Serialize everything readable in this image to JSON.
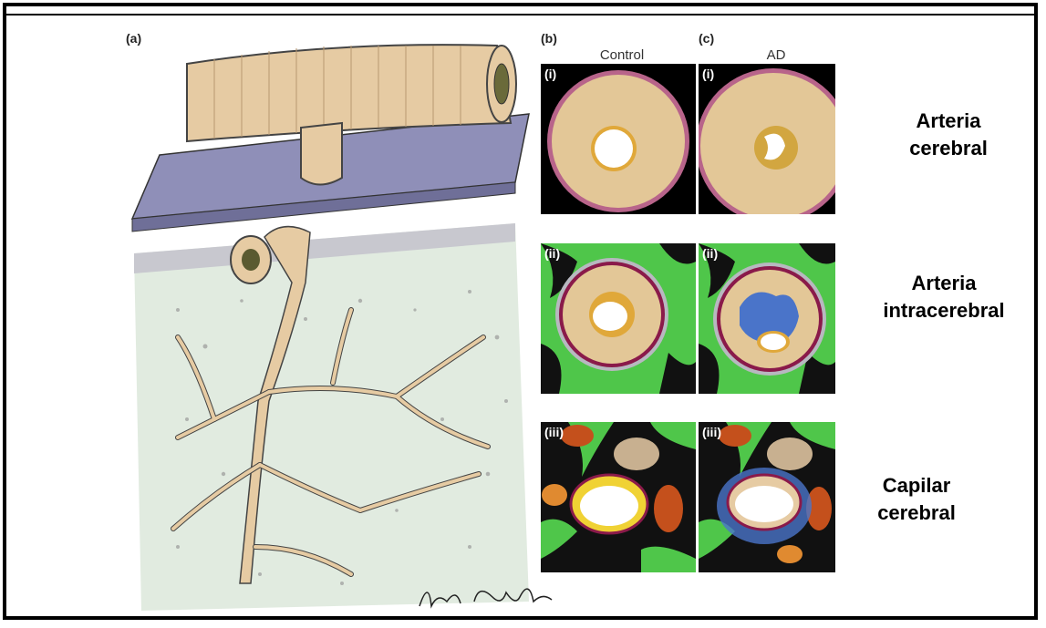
{
  "panels": {
    "a": "(a)",
    "b": "(b)",
    "c": "(c)"
  },
  "columns": {
    "control": "Control",
    "ad": "AD"
  },
  "rows": [
    {
      "roman": "(i)",
      "label_line1": "Arteria",
      "label_line2": "cerebral"
    },
    {
      "roman": "(ii)",
      "label_line1": "Arteria",
      "label_line2": "intracerebral"
    },
    {
      "roman": "(iii)",
      "label_line1": "Capilar",
      "label_line2": "cerebral"
    }
  ],
  "signature": "Lohe Campbell",
  "colors": {
    "vessel": "#e6cba3",
    "membrane": "#8f8fb8",
    "tissue": "#dfe8dc",
    "lumen": "#ffffff",
    "green_tissue": "#55cc44",
    "amyloid": "#4a74c9"
  }
}
